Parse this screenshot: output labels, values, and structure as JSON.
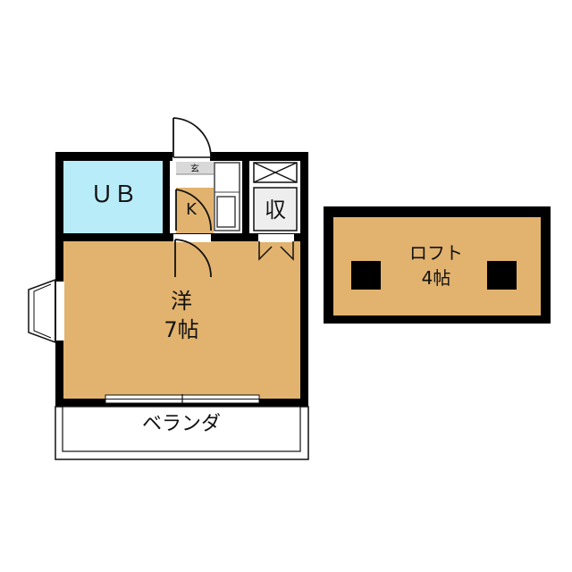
{
  "rooms": {
    "unit_bath": "ＵＢ",
    "kitchen": "K",
    "entrance": "玄",
    "storage": "収",
    "western_room": "洋",
    "western_room_size": "7帖",
    "veranda": "ベランダ",
    "loft": "ロフト",
    "loft_size": "4帖"
  },
  "colors": {
    "wall": "#000000",
    "floor": "#e2b36e",
    "bath": "#b8ecf8",
    "entrance": "#d9d9d9",
    "storage_floor": "#eeeeee"
  }
}
